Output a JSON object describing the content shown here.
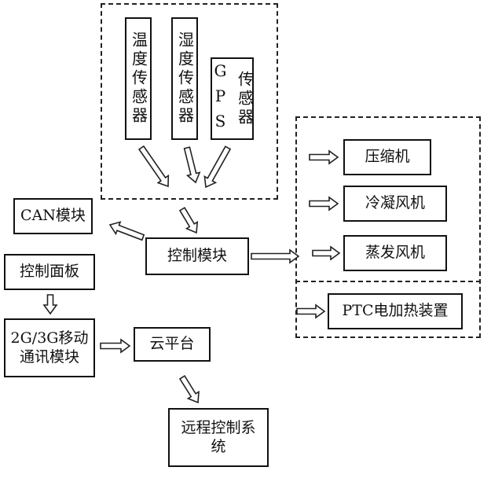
{
  "sensors": {
    "temperature": "温度传感器",
    "humidity": "湿度传感器",
    "gps_letters": "GPS",
    "gps_suffix": "传感器"
  },
  "modules": {
    "can": "CAN模块",
    "control_panel": "控制面板",
    "mobile_comm_line1": "2G/3G移动",
    "mobile_comm_line2": "通讯模块",
    "cloud": "云平台",
    "remote_line1": "远程控制系",
    "remote_line2": "统",
    "control_module": "控制模块"
  },
  "actuators": {
    "compressor": "压缩机",
    "condenser_fan": "冷凝风机",
    "evaporator_fan": "蒸发风机",
    "ptc_heater": "PTC电加热装置"
  }
}
